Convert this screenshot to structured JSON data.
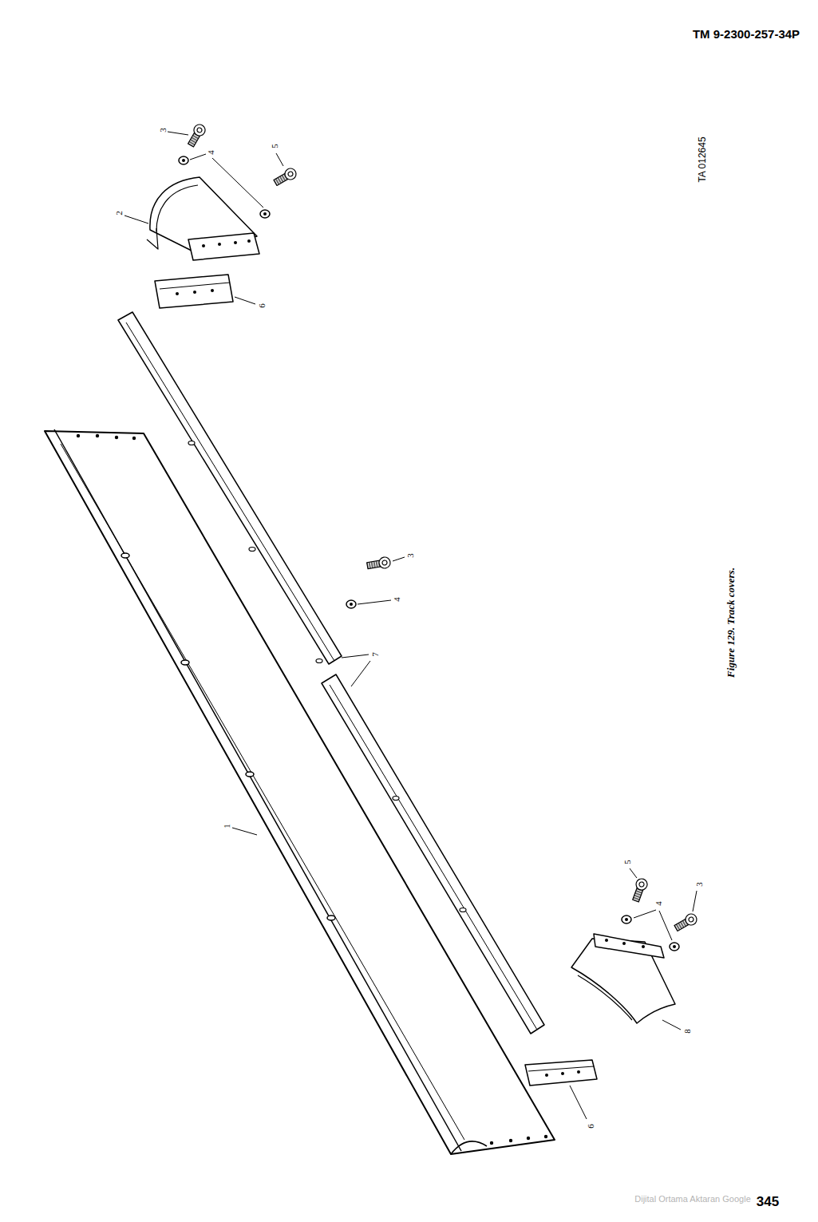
{
  "diagram": {
    "caption": "Figure 129. Track covers.",
    "labels": [
      "TM 9-2300-257-34P",
      "TA 012645",
      "3",
      "4",
      "5",
      "2",
      "6",
      "3",
      "4",
      "7",
      "1",
      "5",
      "4",
      "3",
      "8",
      "6",
      "345",
      "Dijital Ortama Aktaran Google"
    ]
  }
}
